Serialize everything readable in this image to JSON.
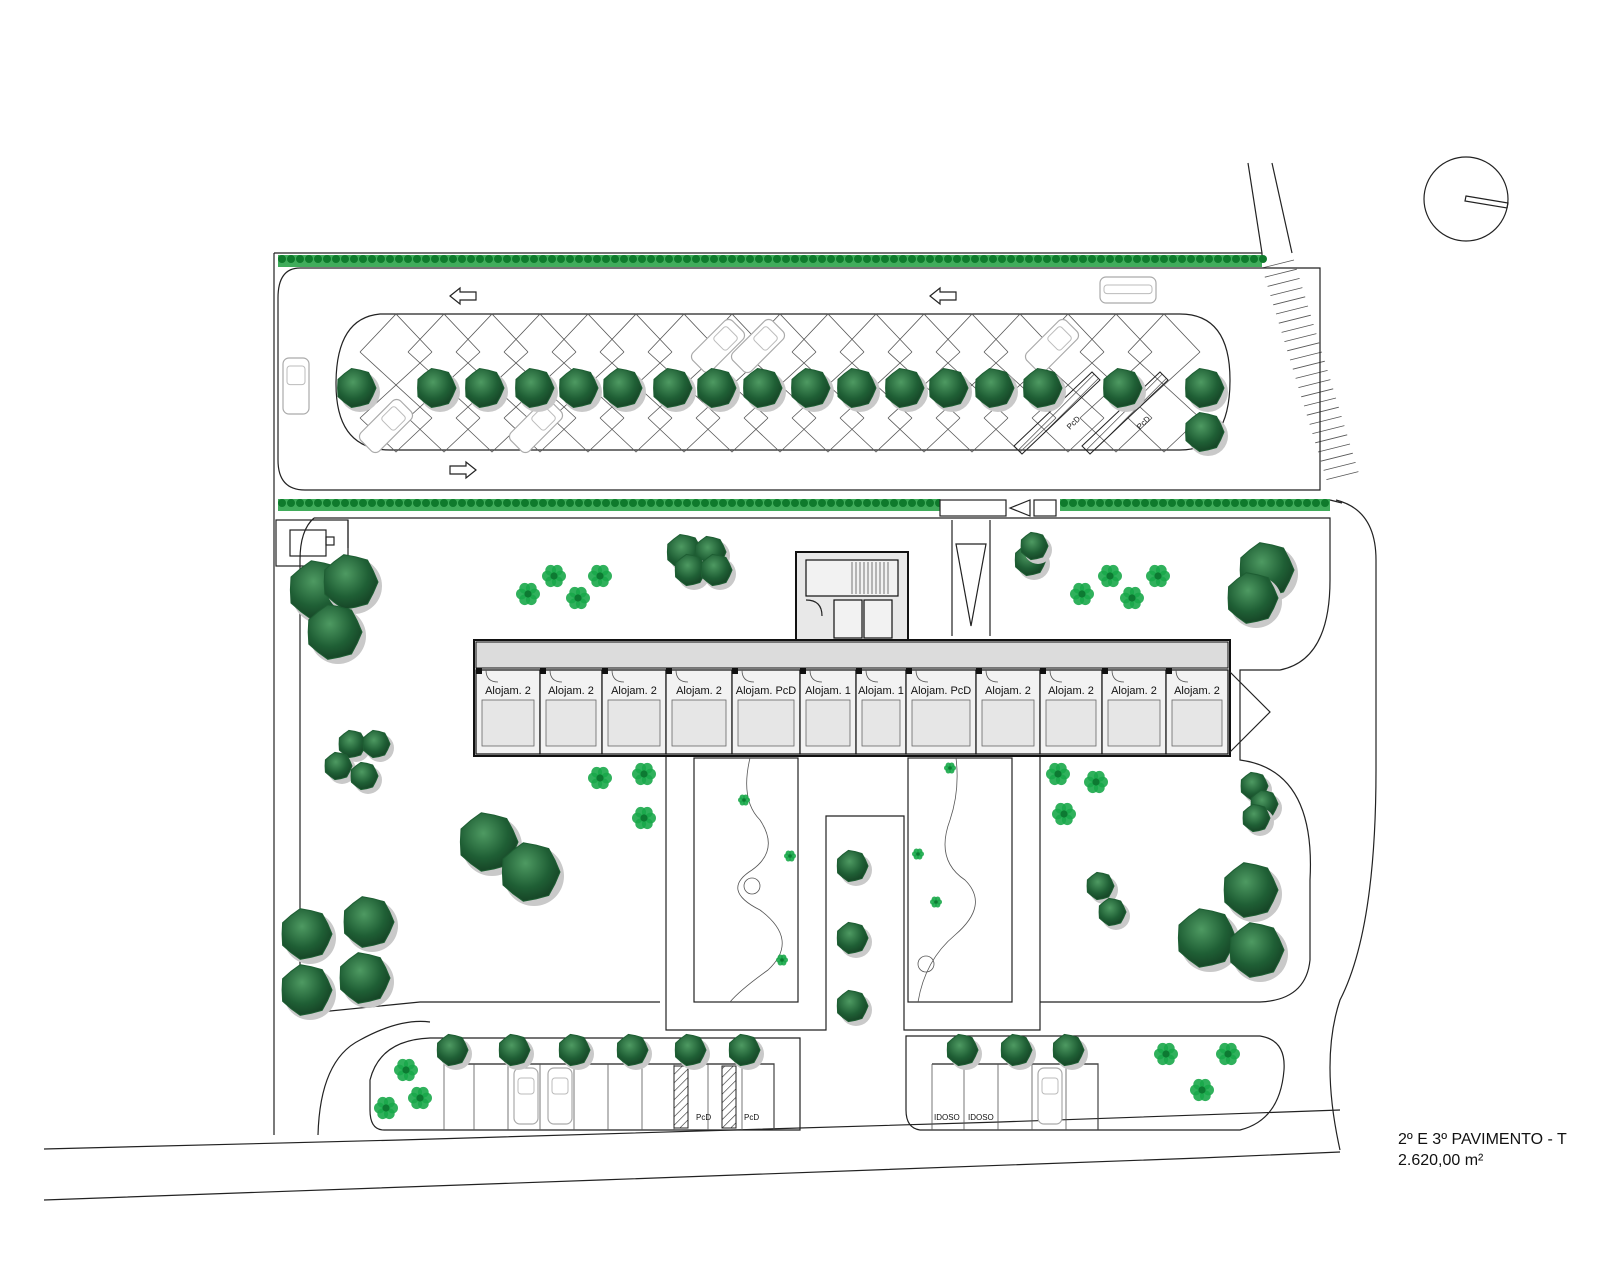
{
  "drawing": {
    "caption_line1": "2º E 3º PAVIMENTO - T",
    "caption_line2": "2.620,00 m²"
  },
  "rooms": [
    {
      "label": "Alojam. 2"
    },
    {
      "label": "Alojam. 2"
    },
    {
      "label": "Alojam. 2"
    },
    {
      "label": "Alojam. 2"
    },
    {
      "label": "Alojam. PcD"
    },
    {
      "label": "Alojam. 1"
    },
    {
      "label": "Alojam. 1"
    },
    {
      "label": "Alojam. PcD"
    },
    {
      "label": "Alojam. 2"
    },
    {
      "label": "Alojam. 2"
    },
    {
      "label": "Alojam. 2"
    },
    {
      "label": "Alojam. 2"
    }
  ],
  "upper_parking": {
    "accessible_labels": [
      "PcD",
      "PcD"
    ]
  },
  "lower_parking_left": {
    "accessible_labels": [
      "PcD",
      "PcD"
    ]
  },
  "lower_parking_right": {
    "elderly_labels": [
      "IDOSO",
      "IDOSO"
    ]
  },
  "colors": {
    "tree_dark": "#1e5e33",
    "tree_light": "#3f8a55",
    "shrub": "#19a84a",
    "hedge": "#1f9e3e"
  },
  "icons": {
    "north": "north-arrow-icon",
    "arrow_left": "arrow-left-icon",
    "arrow_right": "arrow-right-icon"
  }
}
